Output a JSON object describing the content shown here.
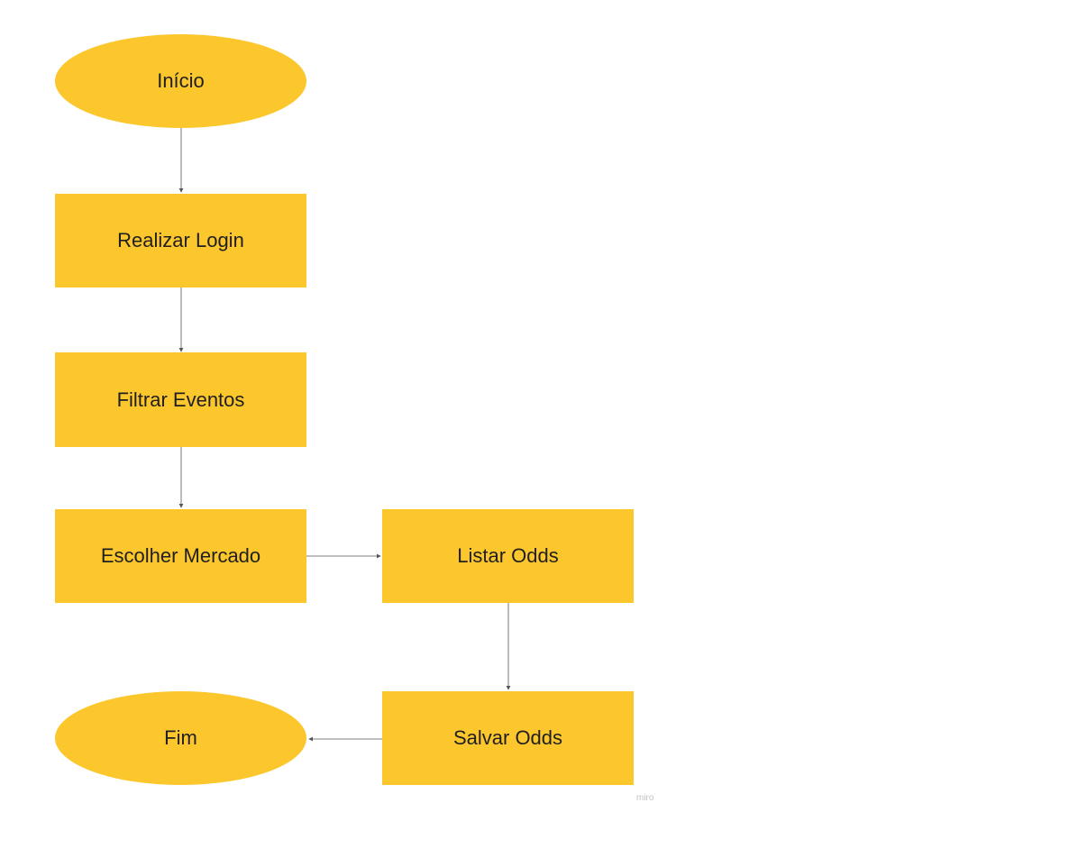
{
  "diagram": {
    "nodes": {
      "start": {
        "label": "Início",
        "shape": "ellipse"
      },
      "login": {
        "label": "Realizar Login",
        "shape": "rectangle"
      },
      "filter": {
        "label": "Filtrar Eventos",
        "shape": "rectangle"
      },
      "choose_market": {
        "label": "Escolher Mercado",
        "shape": "rectangle"
      },
      "list_odds": {
        "label": "Listar Odds",
        "shape": "rectangle"
      },
      "save_odds": {
        "label": "Salvar Odds",
        "shape": "rectangle"
      },
      "end": {
        "label": "Fim",
        "shape": "ellipse"
      }
    },
    "edges": [
      {
        "from": "start",
        "to": "login"
      },
      {
        "from": "login",
        "to": "filter"
      },
      {
        "from": "filter",
        "to": "choose_market"
      },
      {
        "from": "choose_market",
        "to": "list_odds"
      },
      {
        "from": "list_odds",
        "to": "save_odds"
      },
      {
        "from": "save_odds",
        "to": "end"
      }
    ],
    "colors": {
      "node_fill": "#fcc72c",
      "connector": "#555555",
      "text": "#1f1f1f"
    }
  },
  "watermark": "miro"
}
